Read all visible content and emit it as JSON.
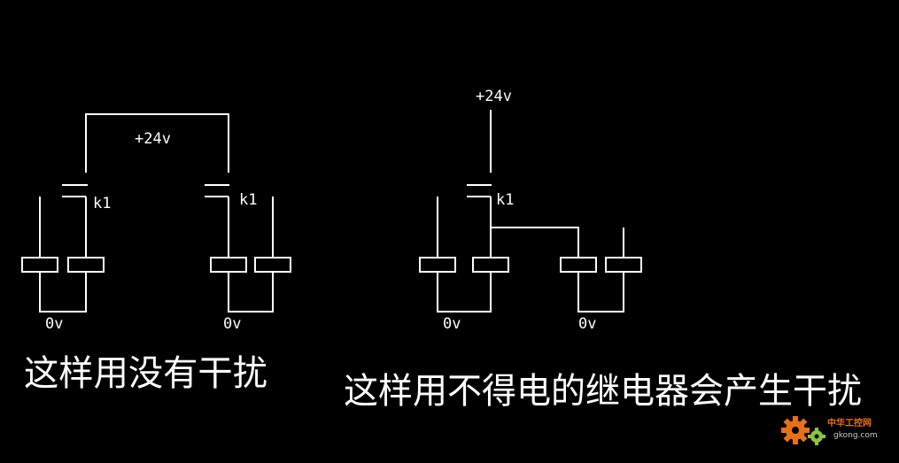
{
  "diagram_left": {
    "supply_label": "+24v",
    "contact_left_label": "k1",
    "contact_right_label": "k1",
    "ground_left_label": "0v",
    "ground_right_label": "0v",
    "caption": "这样用没有干扰"
  },
  "diagram_right": {
    "supply_label": "+24v",
    "contact_label": "k1",
    "ground_left_label": "0v",
    "ground_right_label": "0v",
    "caption": "这样用不得电的继电器会产生干扰"
  },
  "watermark": {
    "title": "中华工控网",
    "url": "gkong.com",
    "gear_color": "#e8701a",
    "gear2_color": "#8bc34a"
  },
  "colors": {
    "background": "#000000",
    "lines": "#ffffff"
  }
}
